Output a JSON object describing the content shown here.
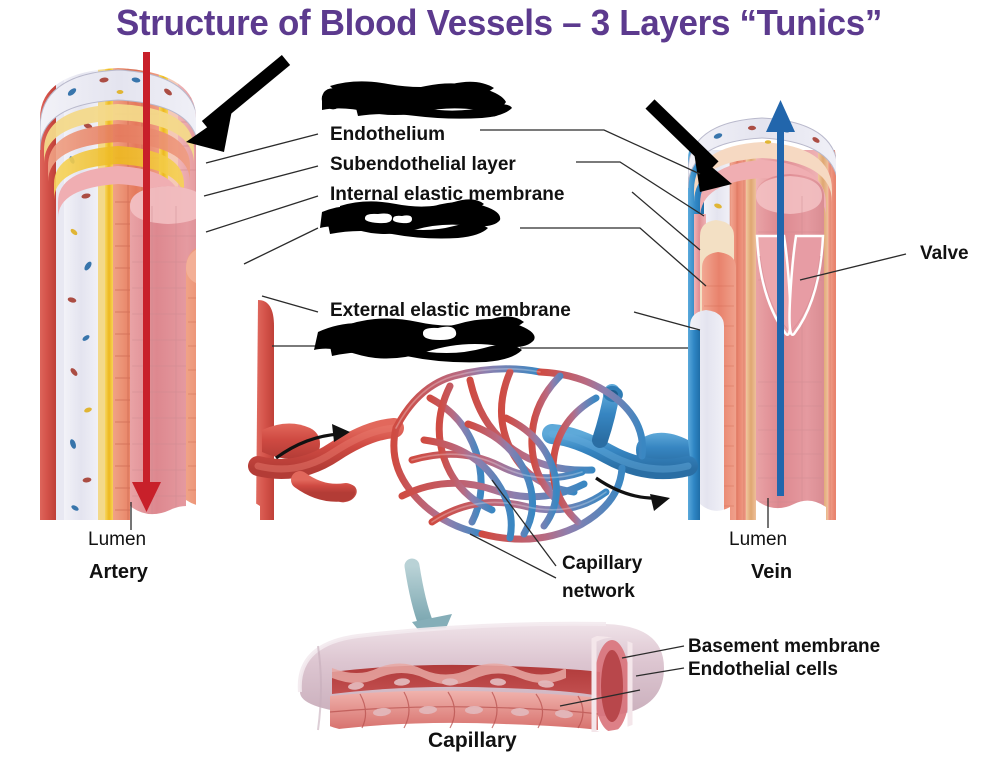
{
  "title": "Structure of Blood Vessels – 3 Layers “Tunics”",
  "title_color": "#5c3a8e",
  "labels": {
    "endothelium": "Endothelium",
    "subendothelial_layer": "Subendothelial layer",
    "internal_elastic_membrane": "Internal elastic membrane",
    "external_elastic_membrane": "External elastic membrane",
    "valve": "Valve",
    "lumen_artery": "Lumen",
    "artery": "Artery",
    "lumen_vein": "Lumen",
    "vein": "Vein",
    "capillary_network_line1": "Capillary",
    "capillary_network_line2": "network",
    "basement_membrane": "Basement membrane",
    "endothelial_cells": "Endothelial cells",
    "capillary": "Capillary"
  },
  "redactions": [
    {
      "name": "redacted-label-top",
      "note": "blacked-out label above Endothelium"
    },
    {
      "name": "redacted-label-middle",
      "note": "blacked-out label below Internal elastic membrane"
    },
    {
      "name": "redacted-label-lower",
      "note": "blacked-out label below External elastic membrane"
    }
  ],
  "colors": {
    "artery_blood_arrow": "#c8202a",
    "vein_blood_arrow": "#2266ac",
    "artery_outer_wall": "#d9534f",
    "vein_outer_wall": "#2f8fd0",
    "elastic_membrane_yellow": "#f0c02a",
    "muscle_layer": "#e98a6a",
    "endothelium_pink": "#e69aa0",
    "adventitia": "#e8e8f2",
    "capillary_pale": "#ddc9d2",
    "pointer_arrow": "#000000",
    "leader_line": "#2b2b2b",
    "capillary_arrow": "#7fa9b4"
  },
  "figure": {
    "artery_label": "Artery",
    "vein_label": "Vein",
    "capillary_label": "Capillary",
    "flow_direction_artery": "down",
    "flow_direction_vein": "up"
  }
}
